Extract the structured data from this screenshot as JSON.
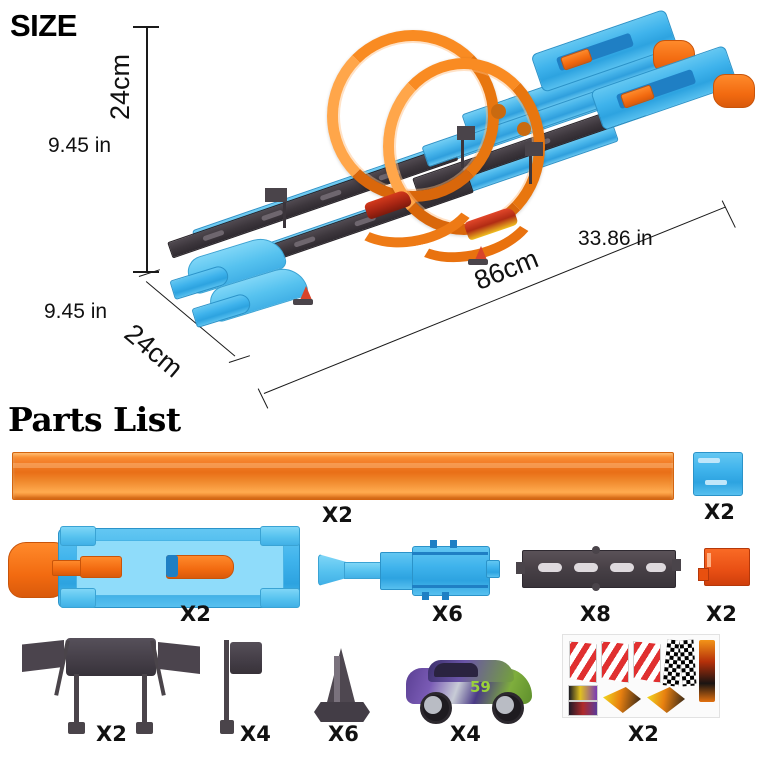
{
  "size_section": {
    "title": "SIZE",
    "height_in": "9.45 in",
    "height_cm": "24cm",
    "depth_in": "9.45 in",
    "depth_cm": "24cm",
    "length_in": "33.86 in",
    "length_cm": "86cm"
  },
  "parts_section": {
    "title": "Parts List",
    "rows": [
      {
        "items": [
          {
            "name": "orange-straight-rail",
            "qty": "X2"
          },
          {
            "name": "small-blue-connector",
            "qty": "X2"
          }
        ]
      },
      {
        "items": [
          {
            "name": "blue-launcher-base",
            "qty": "X2"
          },
          {
            "name": "blue-track-connector",
            "qty": "X6"
          },
          {
            "name": "dark-slotted-track",
            "qty": "X8"
          },
          {
            "name": "orange-block-connector",
            "qty": "X2"
          }
        ]
      },
      {
        "items": [
          {
            "name": "finish-gate-with-flags",
            "qty": "X2"
          },
          {
            "name": "sign-post",
            "qty": "X4"
          },
          {
            "name": "traffic-cone",
            "qty": "X6"
          },
          {
            "name": "race-car",
            "qty": "X4"
          },
          {
            "name": "sticker-sheet",
            "qty": "X2"
          }
        ]
      }
    ]
  },
  "colors": {
    "orange_track": "#ef7a17",
    "blue_track": "#46b4ea",
    "dark_track": "#3c363c",
    "text": "#111111",
    "background": "#ffffff"
  },
  "product_photo": {
    "description": "Blue and orange dual-lane toy race track set with two vertical loops, launchers, race cars, cones and flag gates",
    "car_number": "59"
  }
}
